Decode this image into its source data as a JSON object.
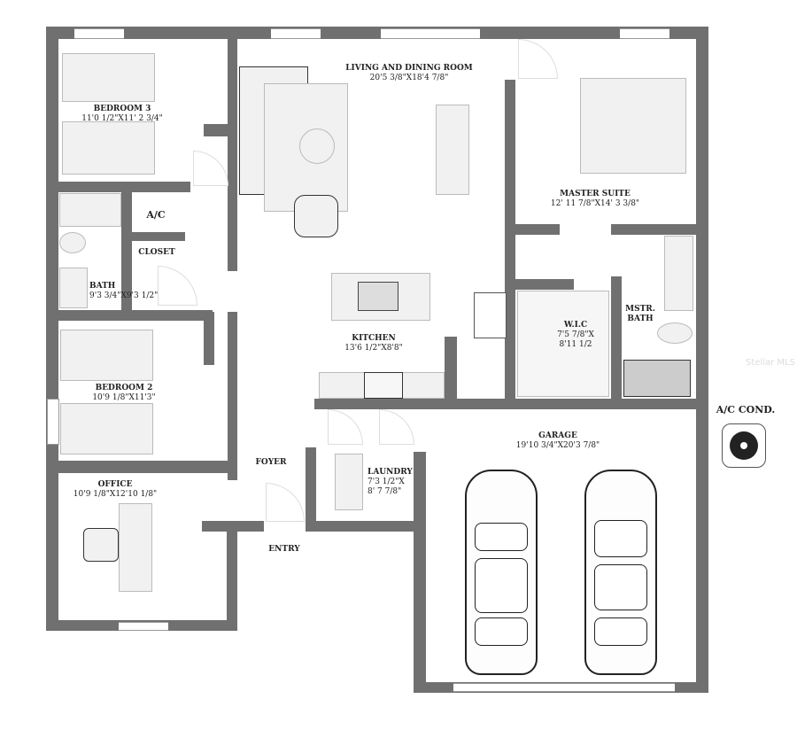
{
  "rooms": {
    "bedroom3": {
      "name": "BEDROOM 3",
      "size": "11'0 1/2\"X11' 2 3/4\""
    },
    "living": {
      "name": "LIVING AND DINING ROOM",
      "size": "20'5 3/8\"X18'4 7/8\""
    },
    "master": {
      "name": "MASTER SUITE",
      "size": "12' 11 7/8\"X14' 3 3/8\""
    },
    "ac": {
      "name": "A/C"
    },
    "closet": {
      "name": "CLOSET"
    },
    "bath": {
      "name": "BATH",
      "size": "9'3 3/4\"X9'3 1/2\""
    },
    "kitchen": {
      "name": "KITCHEN",
      "size": "13'6 1/2\"X8'8\""
    },
    "wic": {
      "name": "W.I.C",
      "size1": "7'5 7/8\"X",
      "size2": "8'11 1/2"
    },
    "mstr_bath": {
      "name1": "MSTR.",
      "name2": "BATH"
    },
    "bedroom2": {
      "name": "BEDROOM 2",
      "size": "10'9 1/8\"X11'3\""
    },
    "office": {
      "name": "OFFICE",
      "size": "10'9 1/8\"X12'10 1/8\""
    },
    "foyer": {
      "name": "FOYER"
    },
    "entry": {
      "name": "ENTRY"
    },
    "laundry": {
      "name": "LAUNDRY",
      "size1": "7'3 1/2\"X",
      "size2": "8' 7 7/8\""
    },
    "garage": {
      "name": "GARAGE",
      "size": "19'10 3/4\"X20'3 7/8\""
    }
  },
  "ac_condenser": {
    "label": "A/C COND.",
    "icon": "fan-icon"
  },
  "watermark": "Stellar MLS",
  "colors": {
    "wall": "#707070",
    "furniture": "#f1f1f1"
  }
}
